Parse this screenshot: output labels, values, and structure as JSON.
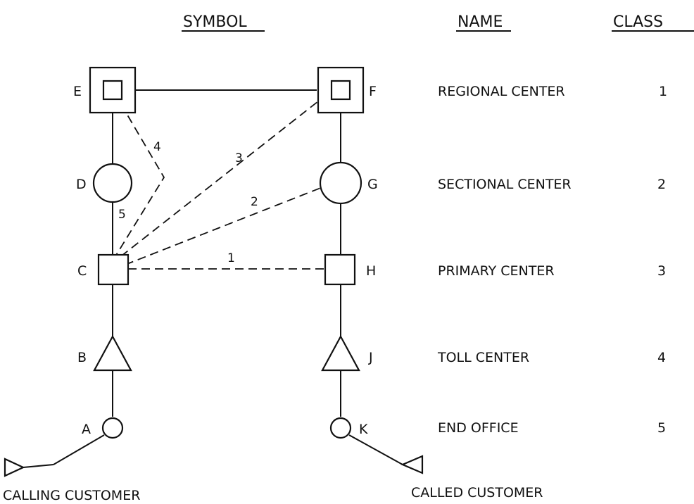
{
  "headers": {
    "symbol": "SYMBOL",
    "name": "NAME",
    "class": "CLASS"
  },
  "nodes": {
    "A": "A",
    "B": "B",
    "C": "C",
    "D": "D",
    "E": "E",
    "F": "F",
    "G": "G",
    "H": "H",
    "J": "J",
    "K": "K"
  },
  "rows": [
    {
      "name": "REGIONAL CENTER",
      "class": "1"
    },
    {
      "name": "SECTIONAL CENTER",
      "class": "2"
    },
    {
      "name": "PRIMARY CENTER",
      "class": "3"
    },
    {
      "name": "TOLL CENTER",
      "class": "4"
    },
    {
      "name": "END OFFICE",
      "class": "5"
    }
  ],
  "route_labels": {
    "r1": "1",
    "r2": "2",
    "r3": "3",
    "r4": "4",
    "r5": "5"
  },
  "customers": {
    "calling": "CALLING CUSTOMER",
    "called": "CALLED CUSTOMER"
  }
}
